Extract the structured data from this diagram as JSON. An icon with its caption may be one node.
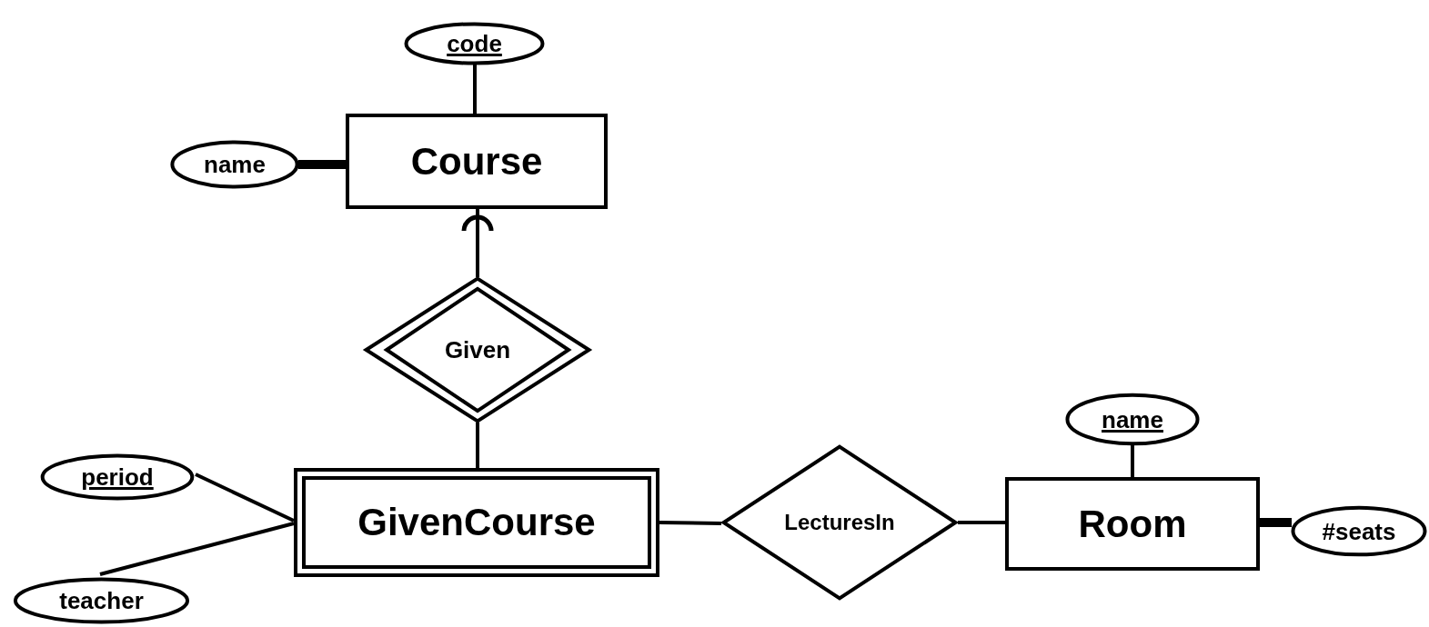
{
  "diagram": {
    "nodes": [
      {
        "text": [
          "code"
        ]
      },
      {
        "text": [
          "name"
        ]
      },
      {
        "text": [
          "Course"
        ]
      },
      {
        "text": [
          "Given"
        ]
      },
      {
        "text": [
          "period"
        ]
      },
      {
        "text": [
          "GivenCourse"
        ]
      },
      {
        "text": [
          "teacher"
        ]
      },
      {
        "text": [
          "LecturesIn"
        ]
      },
      {
        "text": [
          "name"
        ]
      },
      {
        "text": [
          "Room"
        ]
      },
      {
        "text": [
          "#seats"
        ]
      }
    ],
    "edges": [
      {
        "from": 0,
        "to": 2,
        "arrow": "none"
      },
      {
        "from": 1,
        "to": 2,
        "arrow": "none",
        "style": "thick"
      },
      {
        "from": 3,
        "to": 2,
        "arrow": "other"
      },
      {
        "from": 3,
        "to": 5,
        "arrow": "none"
      },
      {
        "from": 4,
        "to": 5,
        "arrow": "none"
      },
      {
        "from": 6,
        "to": 5,
        "arrow": "none"
      },
      {
        "from": 5,
        "to": 7,
        "arrow": "none"
      },
      {
        "from": 7,
        "to": 9,
        "arrow": "none"
      },
      {
        "from": 8,
        "to": 9,
        "arrow": "none"
      },
      {
        "from": 10,
        "to": 9,
        "arrow": "none",
        "style": "thick"
      }
    ]
  }
}
